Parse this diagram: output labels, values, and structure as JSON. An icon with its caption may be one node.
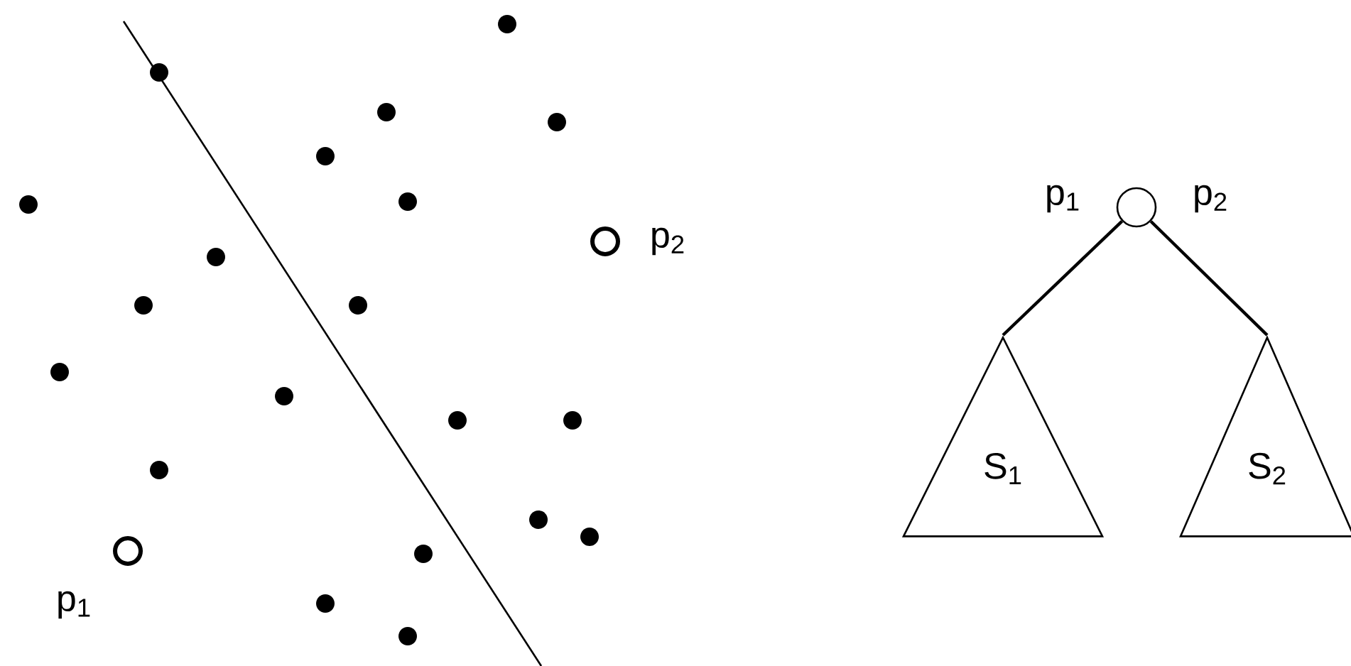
{
  "diagram": {
    "nodes": [
      {
        "text": [],
        "shape": "circle",
        "beside": [
          "p$_{2}$"
        ]
      },
      {
        "text": [],
        "shape": "circle",
        "beside": [
          "p$_{1}$"
        ]
      },
      {
        "text": [],
        "shape": "circle",
        "beside": [
          "p$_{1}$",
          "p$_{2}$"
        ]
      },
      {
        "text": [
          "S$_{1}$"
        ]
      },
      {
        "text": [
          "S$_{2}$"
        ]
      }
    ],
    "edges": [
      {
        "from": 2,
        "to": 3,
        "arrow": "none"
      },
      {
        "from": 2,
        "to": 4,
        "arrow": "none"
      }
    ]
  }
}
